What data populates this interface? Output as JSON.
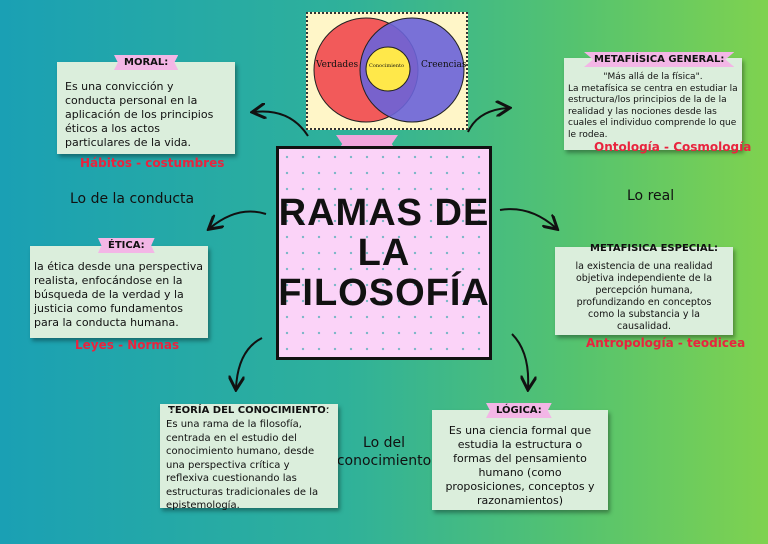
{
  "center": {
    "title": "RAMAS DE LA FILOSOFÍA"
  },
  "venn": {
    "left": "Verdades",
    "middle": "Conocimiento",
    "right": "Creencias"
  },
  "labels": {
    "conducta": "Lo de la conducta",
    "real": "Lo real",
    "conocimiento": "Lo del conocimiento"
  },
  "notes": {
    "moral": {
      "title": "MORAL:",
      "text": "Es una convicción y conducta personal en la aplicación de los principios éticos a los actos particulares de la vida.",
      "sub": "Hábitos - costumbres"
    },
    "etica": {
      "title": "ÉTICA:",
      "text": "la ética desde una perspectiva realista, enfocándose en la búsqueda de la verdad y la justicia como fundamentos para la conducta humana.",
      "sub": "Leyes - Normas"
    },
    "teoria": {
      "title": "TEORÍA DEL CONOCIMIENTO:",
      "text": "Es una rama de la filosofía, centrada en el estudio del conocimiento humano, desde una perspectiva crítica y reflexiva cuestionando las estructuras tradicionales de la epistemología."
    },
    "logica": {
      "title": "LÓGICA:",
      "text": "Es una ciencia formal que estudia la estructura o formas del pensamiento humano (como proposiciones, conceptos y razonamientos)"
    },
    "metafisica_general": {
      "title": "METAFIÍSICA GENERAL:",
      "quote": "\"Más allá de la física\".",
      "text": "La metafísica se centra en estudiar la estructura/los principios de la de la realidad y las nociones desde las cuales el individuo comprende lo que le rodea.",
      "sub": "Ontología - Cosmología"
    },
    "metafisica_especial": {
      "title": "METAFISICA ESPECIAL:",
      "text": "la existencia de una realidad objetiva independiente de la percepción humana, profundizando en conceptos como la substancia y la causalidad.",
      "sub": "Antropología - teodicea"
    }
  }
}
